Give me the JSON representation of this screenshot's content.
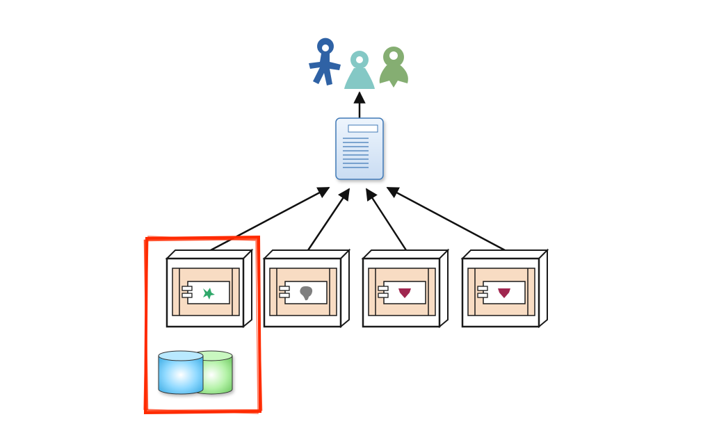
{
  "colors": {
    "user_blue": "#2f62a5",
    "user_teal": "#84c8c5",
    "user_green": "#85ae72",
    "document_fill": "#dce9f7",
    "document_stroke": "#3f79b6",
    "node_face": "#ffffff",
    "node_stroke": "#1a1a1a",
    "component_fill": "#f8dcc3",
    "highlight_red": "#ff2a00",
    "db_blue": "#7fd4ff",
    "db_green": "#a9ef9f",
    "arrow": "#111111"
  },
  "icons": {
    "users": [
      "user-icon-blue",
      "user-icon-teal",
      "user-icon-green"
    ],
    "document": "document-icon",
    "databases": [
      "database-icon-blue",
      "database-icon-green"
    ],
    "server_nodes": [
      "star-icon",
      "blob-icon",
      "shield-icon",
      "shield-icon"
    ]
  },
  "diagram": {
    "server_node_count": 4,
    "highlighted_node": 1
  }
}
